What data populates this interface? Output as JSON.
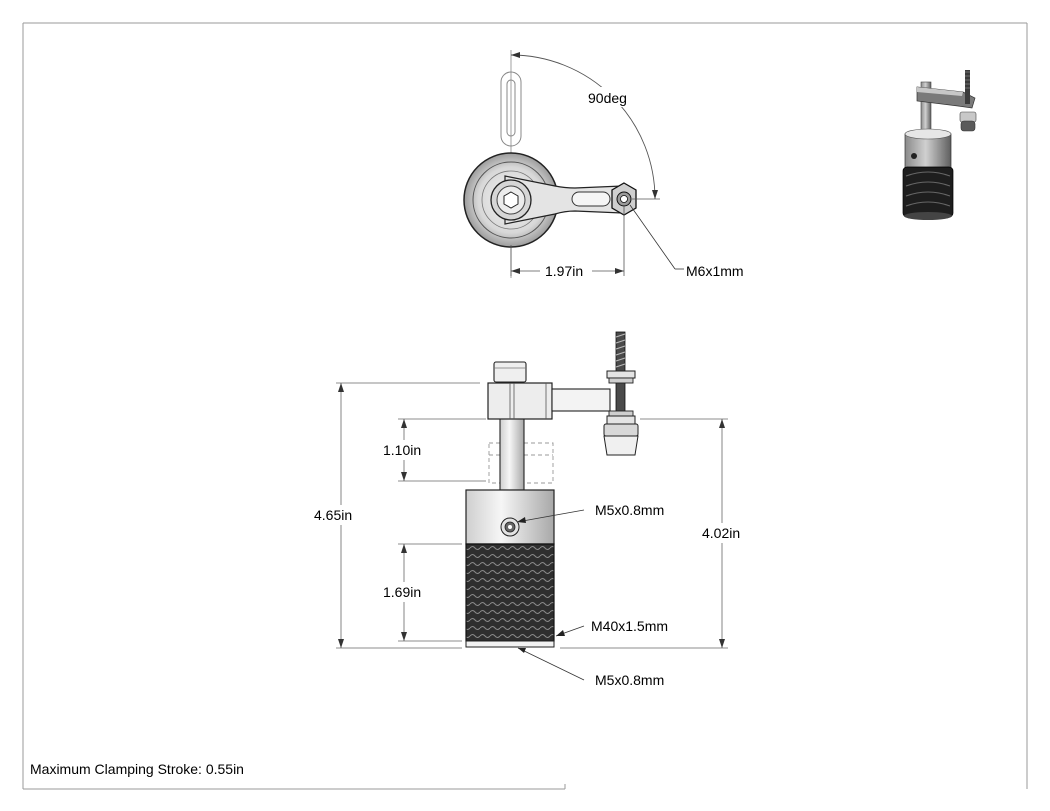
{
  "drawing": {
    "top_view": {
      "angle_label": "90deg",
      "width_label": "1.97in",
      "thread_label": "M6x1mm"
    },
    "front_view": {
      "overall_height_label": "4.65in",
      "stroke_height_label": "1.10in",
      "knurl_height_label": "1.69in",
      "reach_height_label": "4.02in",
      "side_thread_label": "M5x0.8mm",
      "body_thread_label": "M40x1.5mm",
      "bottom_thread_label": "M5x0.8mm"
    },
    "note": "Maximum Clamping Stroke: 0.55in"
  },
  "colors": {
    "line": "#000000",
    "dim_line": "#333333",
    "ghost": "#888888",
    "body_dark": "#2a2a2a",
    "metal_light": "#d9d9d9",
    "frame": "#9a9a9a"
  }
}
